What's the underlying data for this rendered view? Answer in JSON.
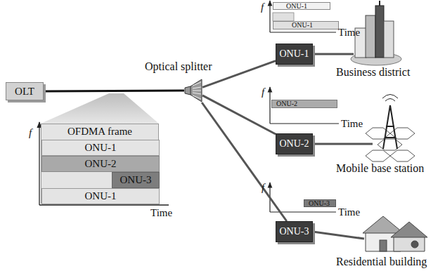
{
  "diagram": {
    "nodes": [
      {
        "text": [
          "OLT"
        ]
      },
      {
        "text": [
          "Optical splitter"
        ]
      },
      {
        "text": [
          "OFDMA frame"
        ]
      },
      {
        "text": [
          "ONU-1"
        ],
        "in": 2
      },
      {
        "text": [
          "ONU-2"
        ],
        "in": 2
      },
      {
        "text": [
          "ONU-3"
        ],
        "in": 2
      },
      {
        "text": [
          "ONU-1"
        ],
        "in": 2
      },
      {
        "text": [
          "ONU-1"
        ]
      },
      {
        "text": [
          "ONU-1"
        ]
      },
      {
        "text": [
          "ONU-1"
        ]
      },
      {
        "text": [
          "ONU-2"
        ]
      },
      {
        "text": [
          "ONU-2"
        ]
      },
      {
        "text": [
          "ONU-3"
        ]
      },
      {
        "text": [
          "ONU-3"
        ]
      }
    ],
    "edges": [
      {
        "from": 0,
        "to": 1,
        "arrow": "none"
      },
      {
        "from": 1,
        "to": 9,
        "arrow": "none"
      },
      {
        "from": 1,
        "to": 11,
        "arrow": "none"
      },
      {
        "from": 1,
        "to": 13,
        "arrow": "none"
      }
    ],
    "labels": [
      "f",
      "Time",
      "Business district",
      "f",
      "Time",
      "Mobile base station",
      "f",
      "Time",
      "Residential building",
      "f",
      "Time"
    ]
  }
}
